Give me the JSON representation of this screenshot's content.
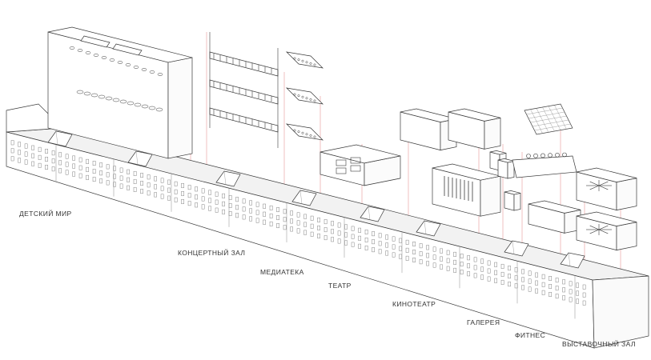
{
  "colors": {
    "line": "#3a3a3a",
    "thin": "#8a8a8a",
    "guide": "#e08080",
    "window": "#777777",
    "roof": "#f2f2f2",
    "text": "#333333"
  },
  "labels": [
    {
      "key": "detsky_mir",
      "text": "ДЕТСКИЙ МИР"
    },
    {
      "key": "concert_hall",
      "text": "КОНЦЕРТНЫЙ ЗАЛ"
    },
    {
      "key": "media_library",
      "text": "МЕДИАТЕКА"
    },
    {
      "key": "theatre",
      "text": "ТЕАТР"
    },
    {
      "key": "cinema",
      "text": "КИНОТЕАТР"
    },
    {
      "key": "gallery",
      "text": "ГАЛЕРЕЯ"
    },
    {
      "key": "fitness",
      "text": "ФИТНЕС"
    },
    {
      "key": "exhibition_hall",
      "text": "ВЫСТАВОЧНЫЙ ЗАЛ"
    }
  ]
}
